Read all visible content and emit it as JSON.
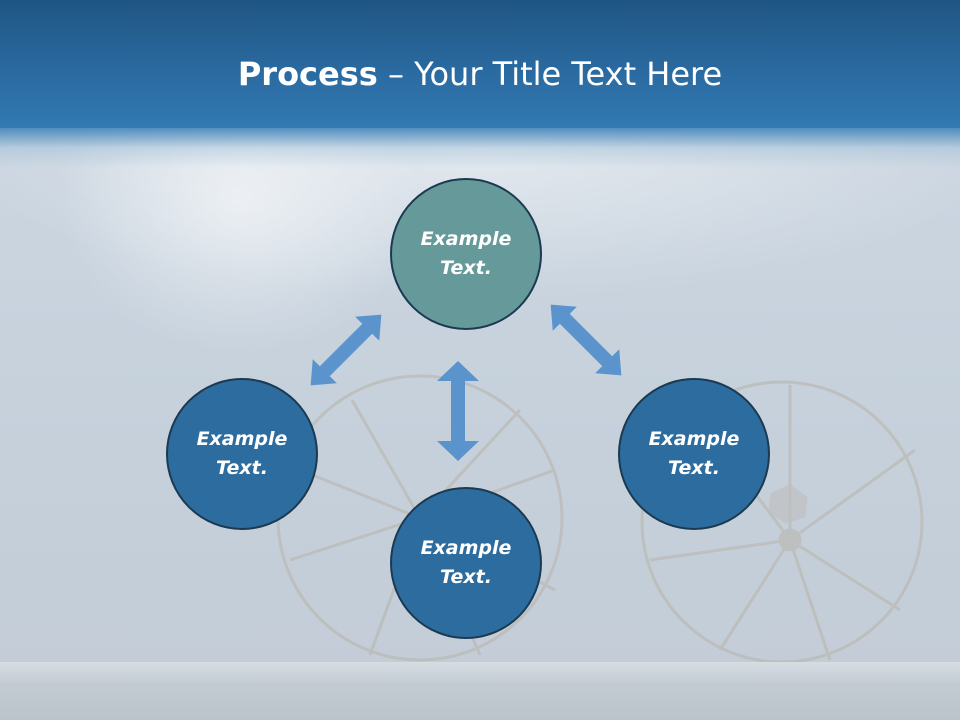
{
  "slide": {
    "title_bold": "Process",
    "title_dash": " – ",
    "title_rest": "Your Title Text Here"
  },
  "nodes": {
    "top": {
      "text": "Example Text."
    },
    "left": {
      "text": "Example Text."
    },
    "right": {
      "text": "Example Text."
    },
    "bottom": {
      "text": "Example Text."
    }
  },
  "colors": {
    "header": "#2a6aa0",
    "node_blue": "#2d6c9e",
    "node_teal": "#669999",
    "node_border": "#1b3a52",
    "arrow": "#5b93cc",
    "title_text": "#ffffff"
  },
  "icons": {
    "arrows": [
      "double-arrow-diagonal-left",
      "double-arrow-vertical",
      "double-arrow-diagonal-right"
    ],
    "background": [
      "wagon-wheel-left",
      "wagon-wheel-right"
    ]
  }
}
